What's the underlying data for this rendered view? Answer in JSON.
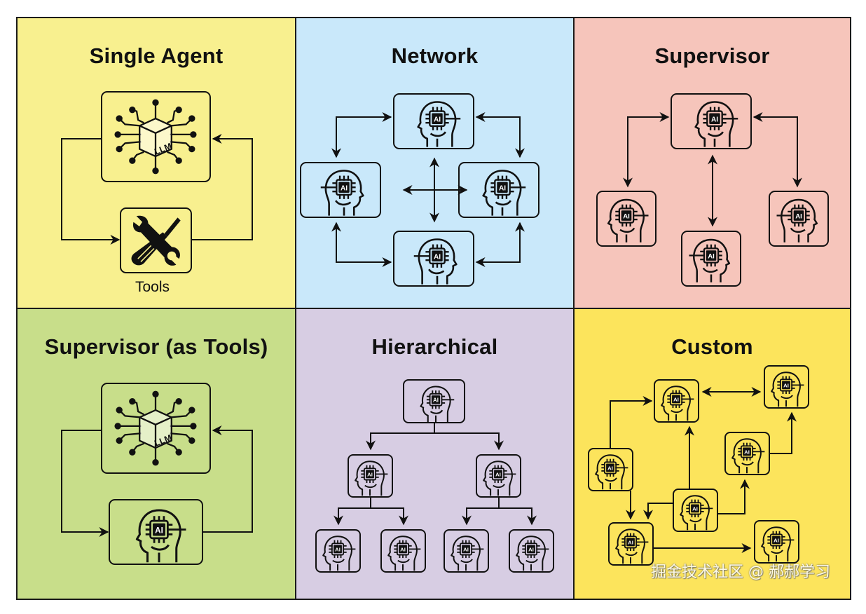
{
  "colors": {
    "single_agent": "#f8f08f",
    "network": "#c9e8fa",
    "supervisor": "#f6c5bb",
    "supervisor_tools": "#c8de8a",
    "hierarchical": "#d7cde3",
    "custom": "#fce45c",
    "stroke": "#111111"
  },
  "panels": [
    {
      "id": "single-agent",
      "title": "Single Agent",
      "nodes": [
        "llm-icon",
        "tools-icon"
      ],
      "caption": "Tools",
      "llm_label": "LLM"
    },
    {
      "id": "network",
      "title": "Network",
      "nodes": [
        "ai-head-icon",
        "ai-head-icon",
        "ai-head-icon",
        "ai-head-icon"
      ]
    },
    {
      "id": "supervisor",
      "title": "Supervisor",
      "nodes": [
        "ai-head-icon",
        "ai-head-icon",
        "ai-head-icon",
        "ai-head-icon"
      ]
    },
    {
      "id": "supervisor-as-tools",
      "title": "Supervisor (as Tools)",
      "nodes": [
        "llm-icon",
        "ai-head-icon"
      ],
      "llm_label": "LLM"
    },
    {
      "id": "hierarchical",
      "title": "Hierarchical",
      "nodes": [
        "ai-head-icon",
        "ai-head-icon",
        "ai-head-icon",
        "ai-head-icon",
        "ai-head-icon",
        "ai-head-icon",
        "ai-head-icon"
      ]
    },
    {
      "id": "custom",
      "title": "Custom",
      "nodes": [
        "ai-head-icon",
        "ai-head-icon",
        "ai-head-icon",
        "ai-head-icon",
        "ai-head-icon",
        "ai-head-icon",
        "ai-head-icon"
      ]
    }
  ],
  "chip_label": "AI",
  "watermark": "掘金技术社区 @ 郝郝学习"
}
